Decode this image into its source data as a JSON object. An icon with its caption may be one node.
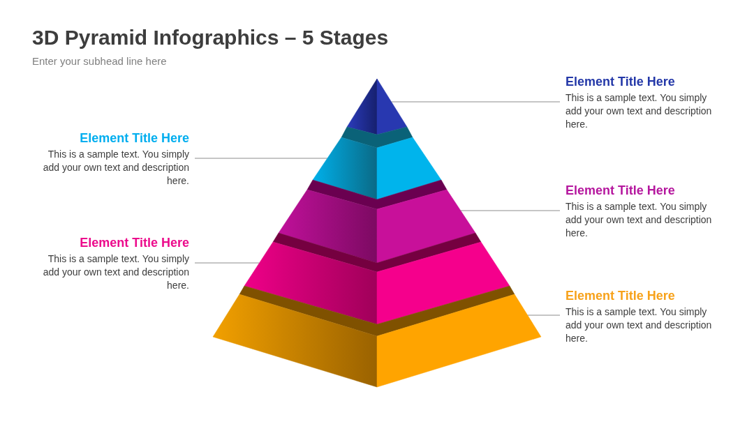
{
  "diagram": {
    "title": "3D Pyramid Infographics – 5 Stages",
    "nodes": [
      {
        "text": [
          "Element Title Here",
          "This is a sample text. You simply add your own text and description here."
        ]
      },
      {
        "text": [
          "Element Title Here",
          "This is a sample text. You simply add your own text and description here."
        ]
      },
      {
        "text": [
          "Element Title Here",
          "This is a sample text. You simply add your own text and description here."
        ]
      },
      {
        "text": [
          "Element Title Here",
          "This is a sample text. You simply add your own text and description here."
        ]
      },
      {
        "text": [
          "Element Title Here",
          "This is a sample text. You simply add your own text and description here."
        ]
      },
      {
        "text": [],
        "shape": "triangle"
      },
      {
        "text": [],
        "shape": "trapezoid"
      },
      {
        "text": [],
        "shape": "trapezoid"
      },
      {
        "text": [],
        "shape": "trapezoid"
      },
      {
        "text": [],
        "shape": "trapezoid"
      }
    ],
    "edges": [
      {
        "from": 0,
        "to": 5,
        "arrow": "none"
      },
      {
        "from": 1,
        "to": 6,
        "arrow": "none"
      },
      {
        "from": 2,
        "to": 7,
        "arrow": "none"
      },
      {
        "from": 3,
        "to": 8,
        "arrow": "none"
      },
      {
        "from": 4,
        "to": 9,
        "arrow": "none"
      }
    ],
    "labels": [
      "Enter your subhead line here"
    ]
  }
}
